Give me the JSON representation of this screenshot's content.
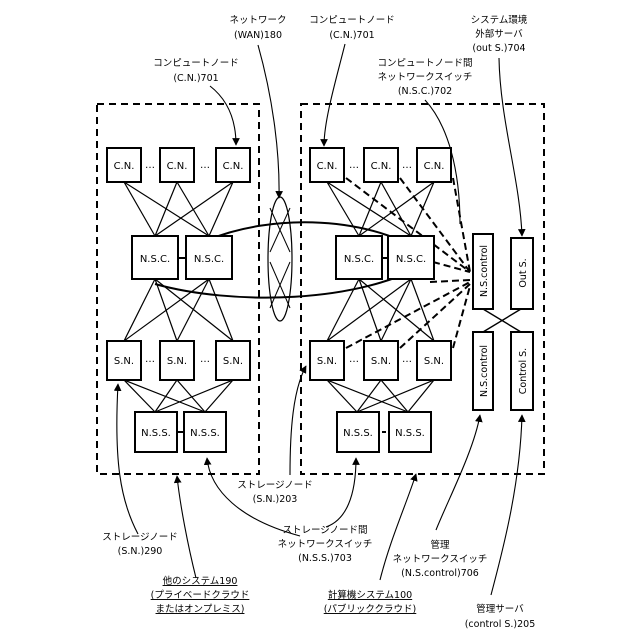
{
  "left_system": {
    "cn": [
      "C.N.",
      "C.N.",
      "C.N."
    ],
    "nsc": [
      "N.S.C.",
      "N.S.C."
    ],
    "sn": [
      "S.N.",
      "S.N.",
      "S.N."
    ],
    "nss": [
      "N.S.S.",
      "N.S.S."
    ],
    "ellipsis": "…"
  },
  "right_system": {
    "cn": [
      "C.N.",
      "C.N.",
      "C.N."
    ],
    "nsc": [
      "N.S.C.",
      "N.S.C."
    ],
    "sn": [
      "S.N.",
      "S.N.",
      "S.N."
    ],
    "nss": [
      "N.S.S.",
      "N.S.S."
    ],
    "ellipsis": "…"
  },
  "mgmt": {
    "nscontrol_top": "N.S.control",
    "nscontrol_bottom": "N.S.control",
    "out": "Out S.",
    "control": "Control S."
  },
  "labels": {
    "wan": [
      "ネットワーク",
      "(WAN)180"
    ],
    "cn_top": [
      "コンピュートノード",
      "(C.N.)701"
    ],
    "cn_left": [
      "コンピュートノード",
      "(C.N.)701"
    ],
    "nsc": [
      "コンピュートノード間",
      "ネットワークスイッチ",
      "(N.S.C.)702"
    ],
    "out": [
      "システム環境",
      "外部サーバ",
      "(out S.)704"
    ],
    "sn203": [
      "ストレージノード",
      "(S.N.)203"
    ],
    "sn290": [
      "ストレージノード",
      "(S.N.)290"
    ],
    "nss": [
      "ストレージノード間",
      "ネットワークスイッチ",
      "(N.S.S.)703"
    ],
    "nscontrol": [
      "管理",
      "ネットワークスイッチ",
      "(N.S.control)706"
    ],
    "other_system": [
      "他のシステム190",
      "(プライベードクラウド",
      "またはオンプレミス)"
    ],
    "public_system": [
      "計算機システム100",
      "(パブリッククラウド)"
    ],
    "control": [
      "管理サーバ",
      "(control S.)205"
    ]
  }
}
